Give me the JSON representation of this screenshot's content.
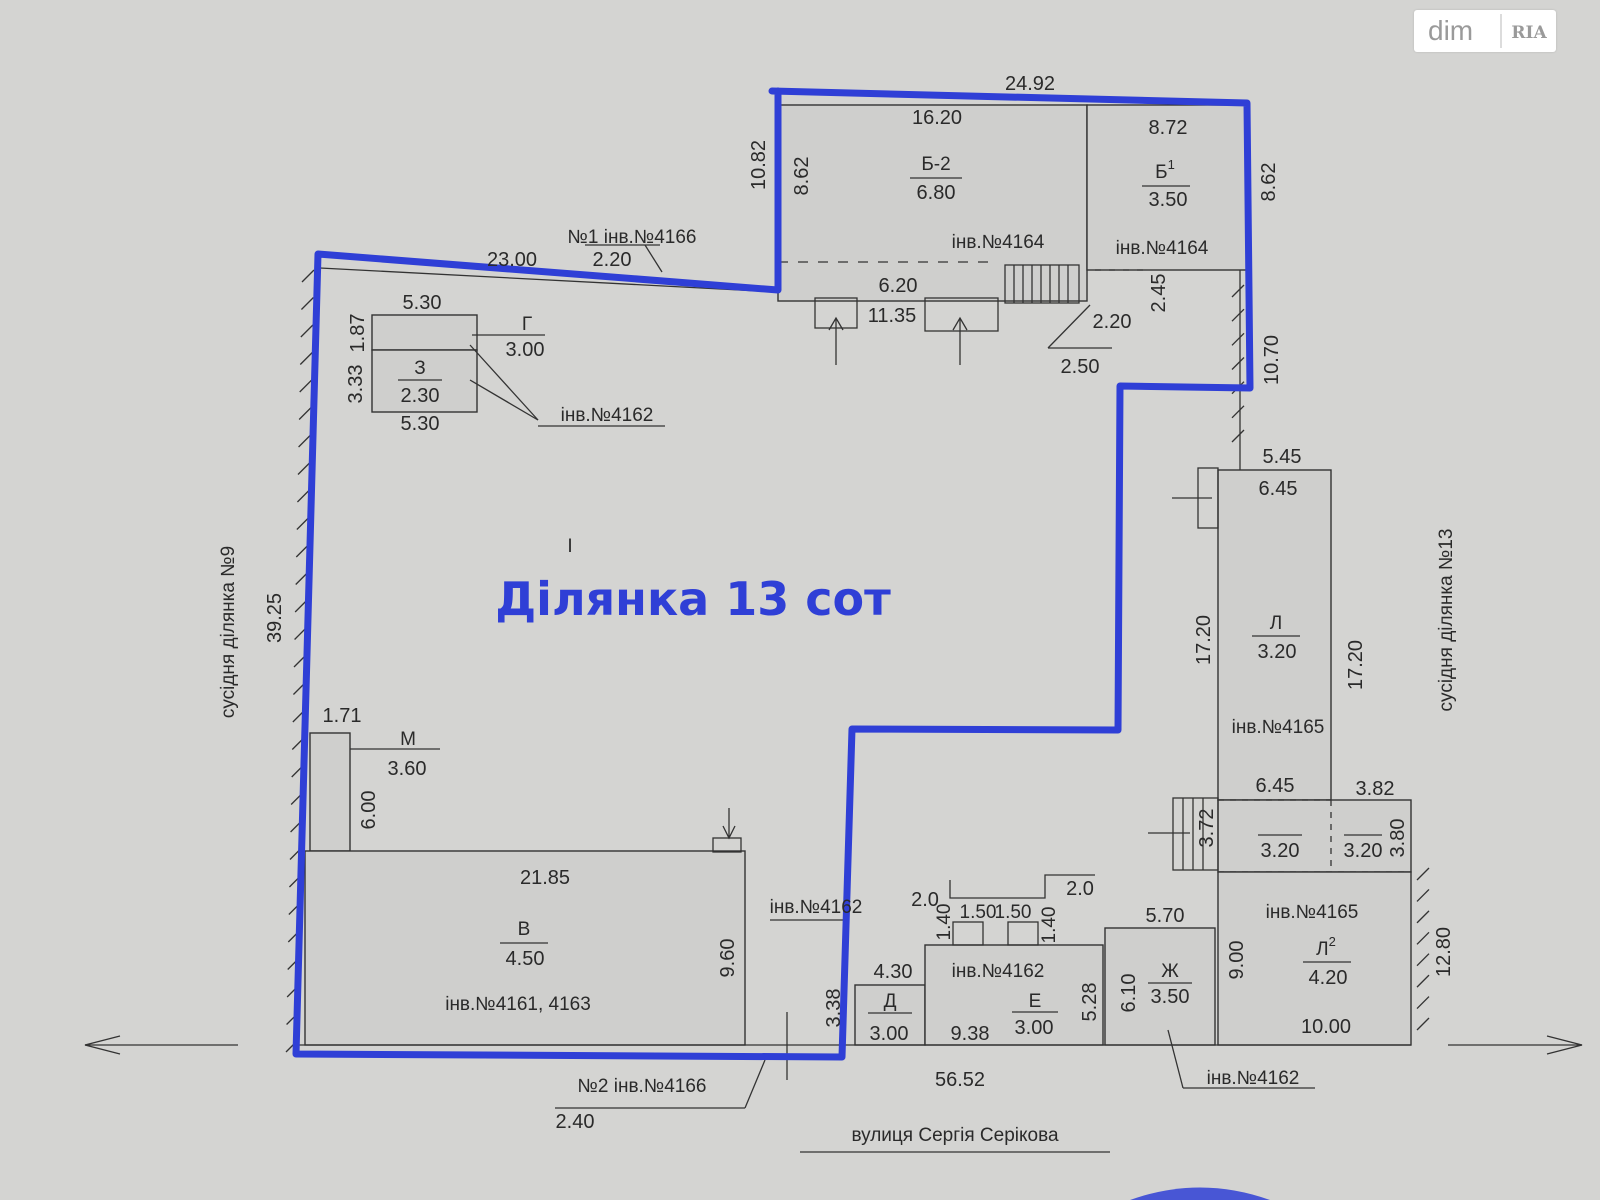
{
  "watermark": {
    "text": "dim",
    "logo_text": "RIA"
  },
  "plot_label": "Ділянка 13 сот",
  "colors": {
    "background": "#d4d4d2",
    "boundary": "#2f3fd6",
    "ink": "#2a2a2a"
  },
  "street": "вулиця Сергія Серікова",
  "neighbor_left": "сусідня ділянка №9",
  "neighbor_right": "сусідня ділянка №13",
  "buildings": {
    "b2": {
      "letter": "Б-2",
      "height": "6.80",
      "inv": "інв.№4164"
    },
    "b1": {
      "letter": "Б",
      "sup": "1",
      "height": "3.50",
      "inv": "інв.№4164"
    },
    "g": {
      "letter": "Г",
      "height": "3.00"
    },
    "z": {
      "letter": "З",
      "height": "2.30",
      "inv": "інв.№4162"
    },
    "m": {
      "letter": "М",
      "height": "3.60"
    },
    "v": {
      "letter": "В",
      "height": "4.50",
      "inv": "інв.№4161, 4163"
    },
    "d": {
      "letter": "Д",
      "height": "3.00"
    },
    "e": {
      "letter": "Е",
      "height": "3.00",
      "inv": "інв.№4162"
    },
    "zh": {
      "letter": "Ж",
      "height": "3.50"
    },
    "l": {
      "letter": "Л",
      "height": "3.20",
      "inv": "інв.№4165"
    },
    "l_ext": {
      "height_a": "3.20",
      "height_b": "3.20"
    },
    "l2": {
      "letter": "Л",
      "sup": "2",
      "height": "4.20",
      "inv": "інв.№4165"
    }
  },
  "fences": {
    "n1": {
      "label": "№1  інв.№4166",
      "height": "2.20"
    },
    "n2": {
      "label": "№2  інв.№4166",
      "height": "2.40"
    }
  },
  "inv_labels": {
    "v_side": "інв.№4162",
    "zh_bottom": "інв.№4162"
  },
  "marker_i": "I",
  "dims": {
    "top": "24.92",
    "b2_w": "16.20",
    "b1_w": "8.72",
    "b2_h": "8.62",
    "b1_h": "8.62",
    "left_upper": "10.82",
    "top_fence": "23.00",
    "porch": "6.20",
    "porch_w": "11.35",
    "s245": "2.45",
    "s220": "2.20",
    "s250": "2.50",
    "s1070": "10.70",
    "g_top": "5.30",
    "g_h": "1.87",
    "z_h": "3.33",
    "z_w": "5.30",
    "left_total": "39.25",
    "m_w": "1.71",
    "m_h": "6.00",
    "v_w": "21.85",
    "v_h": "9.60",
    "s338": "3.38",
    "d_w": "4.30",
    "e_a": "2.0",
    "e_b": "2.0",
    "e_h1": "1.40",
    "e_h2": "1.40",
    "e_w1": "1.50",
    "e_w2": "1.50",
    "e_w": "9.38",
    "e_h": "5.28",
    "zh_w": "5.70",
    "zh_h": "6.10",
    "l2_h": "9.00",
    "bottom_total": "56.52",
    "l2_w": "10.00",
    "right_h": "12.80",
    "l_top": "5.45",
    "l_w": "6.45",
    "l_h": "17.20",
    "l_h2": "17.20",
    "lext_w": "6.45",
    "lext_w2": "3.82",
    "lext_h": "3.72",
    "lext_h2": "3.80"
  }
}
